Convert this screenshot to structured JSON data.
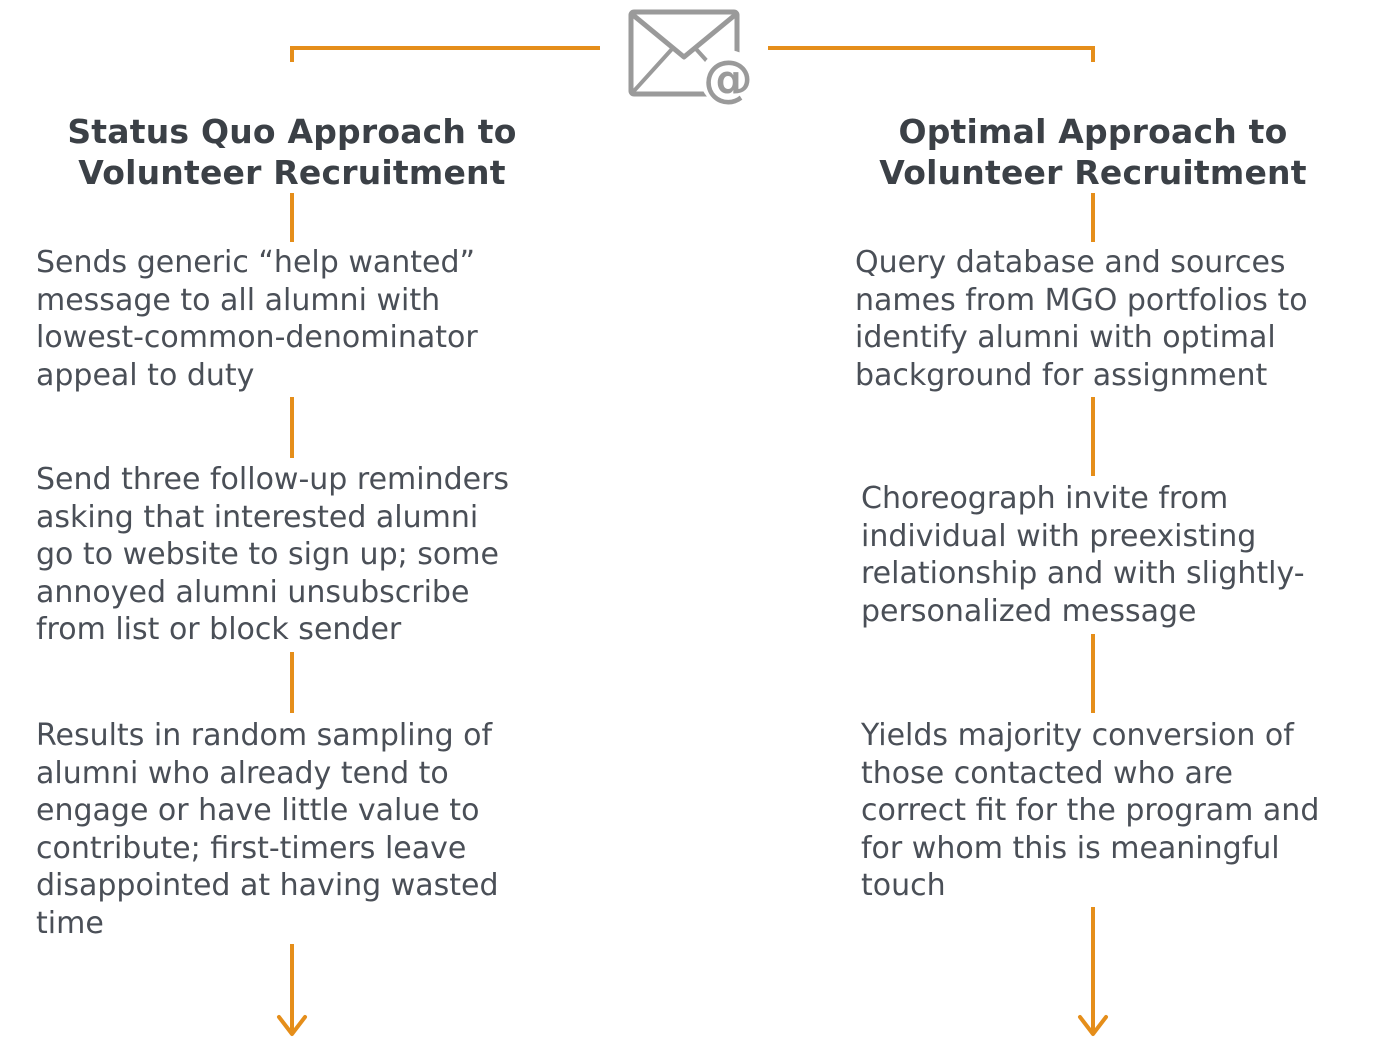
{
  "colors": {
    "accent": "#e58e1a",
    "text": "#4a4f57",
    "heading": "#3b4046",
    "icon": "#9a9a9a"
  },
  "icon": "envelope-at-icon",
  "left": {
    "heading": [
      "Status Quo Approach to",
      "Volunteer Recruitment"
    ],
    "steps": [
      [
        "Sends generic “help wanted”",
        "message to all alumni with",
        "lowest-common-denominator",
        "appeal to duty"
      ],
      [
        "Send three follow-up reminders",
        "asking that interested alumni",
        "go to website to sign up; some",
        "annoyed alumni unsubscribe",
        "from list or block sender"
      ],
      [
        "Results in random sampling of",
        "alumni who already tend to",
        "engage or have little value to",
        "contribute; first-timers leave",
        "disappointed at having wasted",
        "time"
      ]
    ]
  },
  "right": {
    "heading": [
      "Optimal Approach to",
      "Volunteer Recruitment"
    ],
    "steps": [
      [
        "Query database and sources",
        "names from MGO portfolios to",
        "identify alumni with optimal",
        "background for assignment"
      ],
      [
        "Choreograph invite from",
        "individual with preexisting",
        "relationship and with slightly-",
        "personalized message"
      ],
      [
        "Yields majority conversion of",
        "those contacted who are",
        "correct fit for the program and",
        "for whom this is meaningful",
        "touch"
      ]
    ]
  }
}
